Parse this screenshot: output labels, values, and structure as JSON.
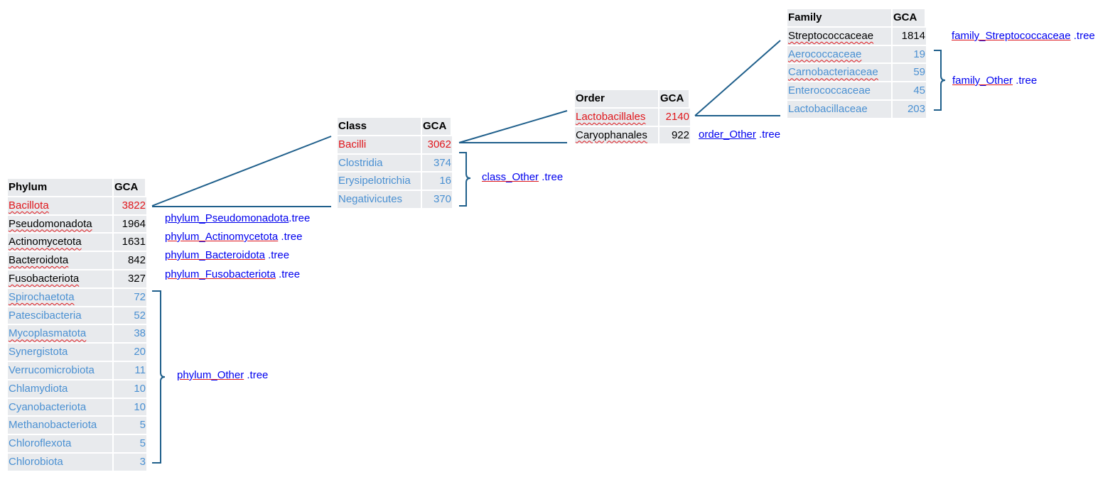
{
  "colors": {
    "highlight": "#e0161b",
    "other": "#4a90d2",
    "line": "#1f5f8b",
    "link": "#0000ee"
  },
  "phylum": {
    "headers": [
      "Phylum",
      "GCA"
    ],
    "rows": [
      {
        "name": "Bacillota",
        "count": "3822",
        "style": "red",
        "squiggle": true
      },
      {
        "name": "Pseudomonadota",
        "count": "1964",
        "style": "dark",
        "squiggle": true
      },
      {
        "name": "Actinomycetota",
        "count": "1631",
        "style": "dark",
        "squiggle": true
      },
      {
        "name": "Bacteroidota",
        "count": "842",
        "style": "dark",
        "squiggle": true
      },
      {
        "name": "Fusobacteriota",
        "count": "327",
        "style": "dark",
        "squiggle": true
      },
      {
        "name": "Spirochaetota",
        "count": "72",
        "style": "blue",
        "squiggle": true
      },
      {
        "name": "Patescibacteria",
        "count": "52",
        "style": "blue",
        "squiggle": false
      },
      {
        "name": "Mycoplasmatota",
        "count": "38",
        "style": "blue",
        "squiggle": true
      },
      {
        "name": "Synergistota",
        "count": "20",
        "style": "blue",
        "squiggle": false
      },
      {
        "name": "Verrucomicrobiota",
        "count": "11",
        "style": "blue",
        "squiggle": false
      },
      {
        "name": "Chlamydiota",
        "count": "10",
        "style": "blue",
        "squiggle": false
      },
      {
        "name": "Cyanobacteriota",
        "count": "10",
        "style": "blue",
        "squiggle": false
      },
      {
        "name": "Methanobacteriota",
        "count": "5",
        "style": "blue",
        "squiggle": false
      },
      {
        "name": "Chloroflexota",
        "count": "5",
        "style": "blue",
        "squiggle": false
      },
      {
        "name": "Chlorobiota",
        "count": "3",
        "style": "blue",
        "squiggle": false
      }
    ]
  },
  "class": {
    "headers": [
      "Class",
      "GCA"
    ],
    "rows": [
      {
        "name": "Bacilli",
        "count": "3062",
        "style": "red",
        "squiggle": false
      },
      {
        "name": "Clostridia",
        "count": "374",
        "style": "blue",
        "squiggle": false
      },
      {
        "name": "Erysipelotrichia",
        "count": "16",
        "style": "blue",
        "squiggle": false
      },
      {
        "name": "Negativicutes",
        "count": "370",
        "style": "blue",
        "squiggle": false
      }
    ]
  },
  "order": {
    "headers": [
      "Order",
      "GCA"
    ],
    "rows": [
      {
        "name": "Lactobacillales",
        "count": "2140",
        "style": "red",
        "squiggle": true
      },
      {
        "name": "Caryophanales",
        "count": "922",
        "style": "dark",
        "squiggle": true
      }
    ]
  },
  "family": {
    "headers": [
      "Family",
      "GCA"
    ],
    "rows": [
      {
        "name": "Streptococcaceae",
        "count": "1814",
        "style": "dark",
        "squiggle": true
      },
      {
        "name": "Aerococcaceae",
        "count": "19",
        "style": "blue",
        "squiggle": true
      },
      {
        "name": "Carnobacteriaceae",
        "count": "59",
        "style": "blue",
        "squiggle": true
      },
      {
        "name": "Enterococcaceae",
        "count": "45",
        "style": "blue",
        "squiggle": false
      },
      {
        "name": "Lactobacillaceae",
        "count": "203",
        "style": "blue",
        "squiggle": false
      }
    ]
  },
  "links": {
    "phylum_pseudomonadota": {
      "stem": "phylum_Pseudomonadota",
      "ext": ".tree"
    },
    "phylum_actinomycetota": {
      "stem": "phylum_Actinomycetota",
      "ext": " .tree"
    },
    "phylum_bacteroidota": {
      "stem": "phylum_Bacteroidota",
      "ext": " .tree"
    },
    "phylum_fusobacteriota": {
      "stem": "phylum_Fusobacteriota",
      "ext": " .tree"
    },
    "phylum_other": {
      "stem": "phylum_Other",
      "ext": " .tree"
    },
    "class_other": {
      "stem": "class_Other",
      "ext": " .tree"
    },
    "order_other": {
      "stem": "order_Other",
      "ext": " .tree"
    },
    "family_streptococcaceae": {
      "stem": "family_Streptococcaceae",
      "ext": " .tree"
    },
    "family_other": {
      "stem": "family_Other",
      "ext": " .tree"
    }
  }
}
